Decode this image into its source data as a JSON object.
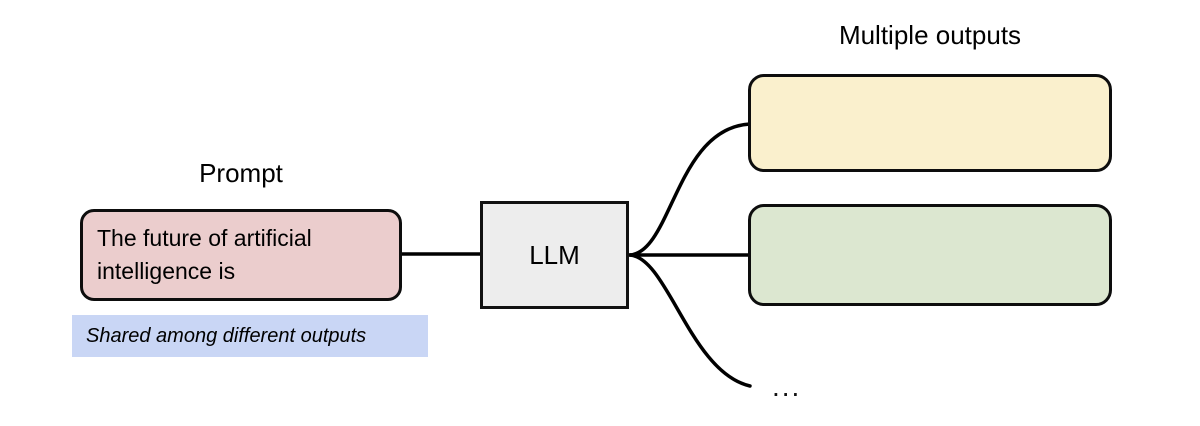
{
  "diagram": {
    "title_prompt": "Prompt",
    "title_outputs": "Multiple outputs",
    "prompt": {
      "text": "The future of artificial intelligence is",
      "fill": "#ebcdcd",
      "stroke": "#0d0d0d"
    },
    "model": {
      "label": "LLM",
      "fill": "#ededed",
      "stroke": "#111111"
    },
    "outputs": [
      {
        "label": "",
        "fill": "#faf0cd",
        "stroke": "#0d0d0d"
      },
      {
        "label": "",
        "fill": "#dce7d0",
        "stroke": "#0d0d0d"
      }
    ],
    "more_outputs_marker": "...",
    "shared_note": {
      "text": "Shared among different outputs",
      "fill": "#c9d6f5"
    },
    "edges": {
      "stroke": "#000000",
      "prompt_to_model": "straight",
      "model_to_outputs": "curved-fan"
    }
  }
}
